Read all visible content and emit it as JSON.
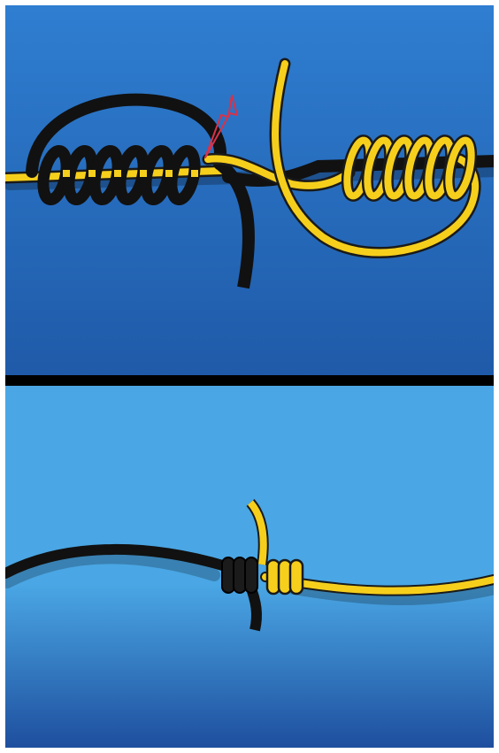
{
  "colors": {
    "top_bg_light": "#2f7ed1",
    "top_bg_dark": "#1f5aa8",
    "bottom_bg_light": "#4aa6e4",
    "bottom_bg_dark": "#1e4f9e",
    "divider": "#000000",
    "line_black": "#111111",
    "line_yellow": "#f6cf1c",
    "yellow_outline": "#1a1a1a",
    "arrow": "#d8324a",
    "frame": "#ffffff"
  },
  "panels": [
    {
      "name": "step-1-tying",
      "wraps_black": 6,
      "wraps_yellow": 6
    },
    {
      "name": "step-2-finished",
      "wraps_black": 3,
      "wraps_yellow": 3
    }
  ],
  "icons": {
    "arrow": "pull-direction-arrow-icon"
  }
}
